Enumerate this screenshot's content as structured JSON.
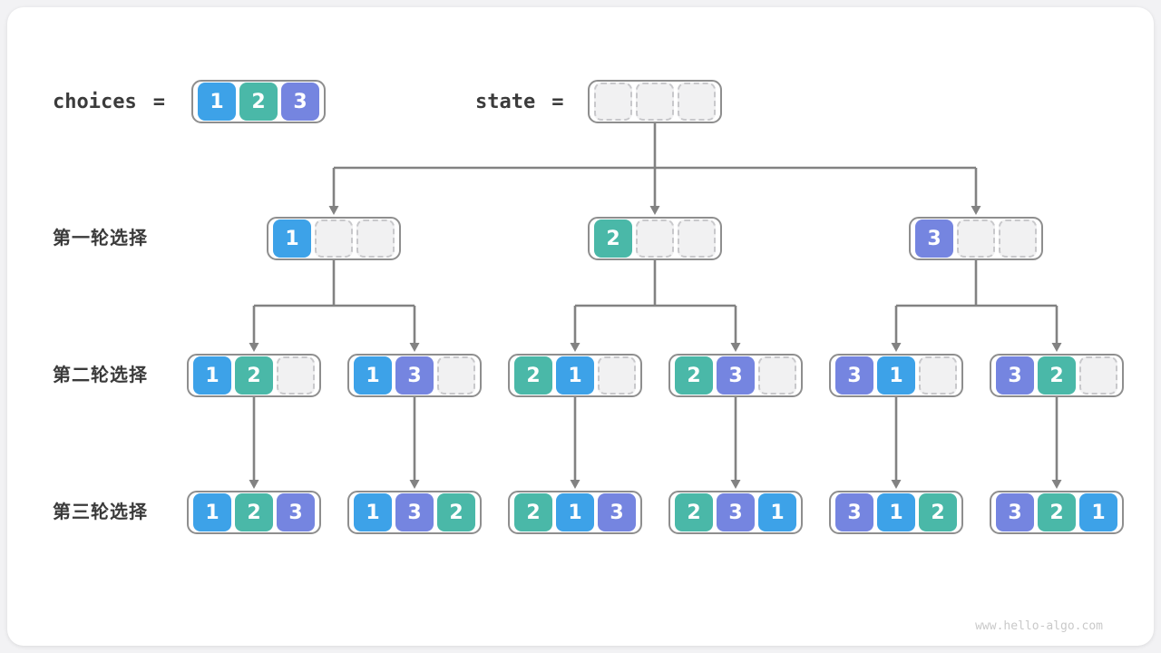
{
  "header": {
    "choices_label": "choices",
    "equals": "=",
    "state_label": "state",
    "choices_values": [
      1,
      2,
      3
    ],
    "state_cells": [
      null,
      null,
      null
    ]
  },
  "rows": [
    {
      "label": "第一轮选择",
      "boxes": [
        [
          1,
          null,
          null
        ],
        [
          2,
          null,
          null
        ],
        [
          3,
          null,
          null
        ]
      ]
    },
    {
      "label": "第二轮选择",
      "boxes": [
        [
          1,
          2,
          null
        ],
        [
          1,
          3,
          null
        ],
        [
          2,
          1,
          null
        ],
        [
          2,
          3,
          null
        ],
        [
          3,
          1,
          null
        ],
        [
          3,
          2,
          null
        ]
      ]
    },
    {
      "label": "第三轮选择",
      "boxes": [
        [
          1,
          2,
          3
        ],
        [
          1,
          3,
          2
        ],
        [
          2,
          1,
          3
        ],
        [
          2,
          3,
          1
        ],
        [
          3,
          1,
          2
        ],
        [
          3,
          2,
          1
        ]
      ]
    }
  ],
  "colors": {
    "value1": "#3da2e8",
    "value2": "#4ab8a8",
    "value3": "#7585e0",
    "line": "#828282",
    "box_border": "#8e8e8e"
  },
  "watermark": "www.hello-algo.com"
}
